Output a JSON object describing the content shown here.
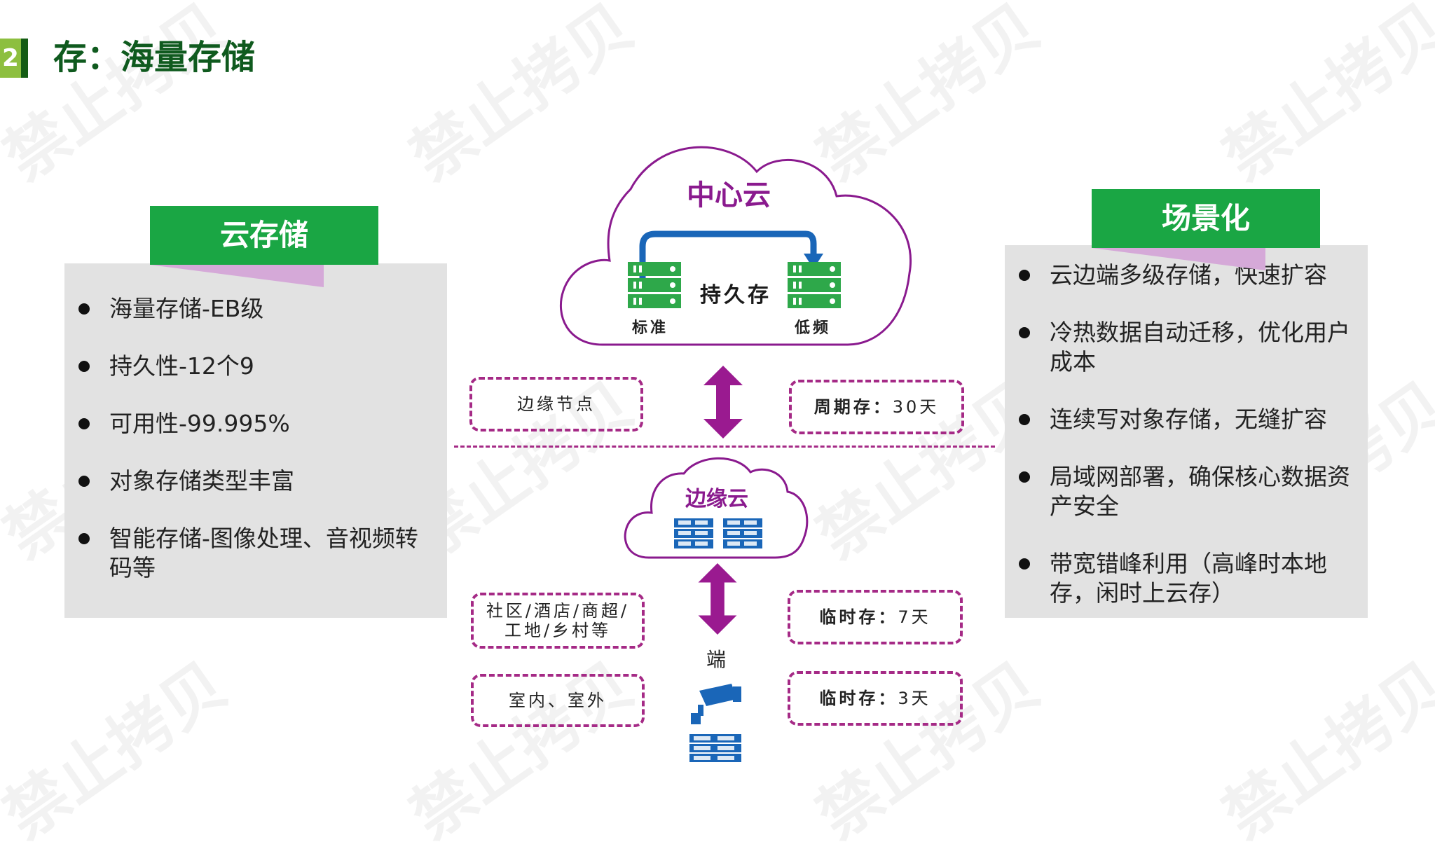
{
  "title": {
    "number": "2",
    "text": "存：海量存储"
  },
  "left_panel": {
    "header": "云存储",
    "items": [
      "海量存储-EB级",
      "持久性-12个9",
      "可用性-99.995%",
      "对象存储类型丰富",
      "智能存储-图像处理、音视频转码等"
    ]
  },
  "right_panel": {
    "header": "场景化",
    "items": [
      "云边端多级存储，快速扩容",
      "冷热数据自动迁移，优化用户成本",
      "连续写对象存储，无缝扩容",
      "局域网部署，确保核心数据资产安全",
      "带宽错峰利用（高峰时本地存，闲时上云存）"
    ]
  },
  "center_cloud": {
    "title": "中心云",
    "storage_label": "持久存",
    "left_label": "标准",
    "right_label": "低频"
  },
  "edge_cloud": {
    "title": "边缘云"
  },
  "boxes": {
    "edge_node": "边缘节点",
    "periodic": {
      "label": "周期存：",
      "value": "30天"
    },
    "community": "社区/酒店/商超/工地/乡村等",
    "indoor": "室内、室外",
    "temp1": {
      "label": "临时存：",
      "value": "7天"
    },
    "temp2": {
      "label": "临时存：",
      "value": "3天"
    }
  },
  "end_label": "端",
  "watermark": "禁止拷贝",
  "colors": {
    "green": "#1aa644",
    "purple": "#8a1a8e",
    "blue": "#1a66b8",
    "server_green": "#2ea84a"
  },
  "icons": [
    "server-icon",
    "camera-icon",
    "double-arrow-icon",
    "curved-arrow-icon"
  ]
}
